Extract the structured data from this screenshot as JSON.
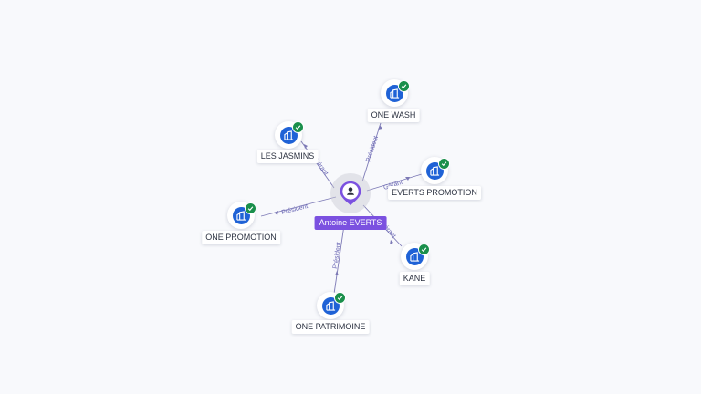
{
  "center": {
    "name": "Antoine EVERTS",
    "icon": "person-icon",
    "color": "#7b51e0"
  },
  "nodes": [
    {
      "id": "one-wash",
      "label": "ONE WASH",
      "icon": "company-icon",
      "verified": true,
      "relation": "Président"
    },
    {
      "id": "les-jasmins",
      "label": "LES JASMINS",
      "icon": "company-icon",
      "verified": true,
      "relation": "Gérant"
    },
    {
      "id": "everts-promotion",
      "label": "EVERTS PROMOTION",
      "icon": "company-icon",
      "verified": true,
      "relation": "Gérant"
    },
    {
      "id": "one-promotion",
      "label": "ONE PROMOTION",
      "icon": "company-icon",
      "verified": true,
      "relation": "Président"
    },
    {
      "id": "kane",
      "label": "KANE",
      "icon": "company-icon",
      "verified": true,
      "relation": "Gérant"
    },
    {
      "id": "one-patrimoine",
      "label": "ONE PATRIMOINE",
      "icon": "company-icon",
      "verified": true,
      "relation": "Président"
    }
  ],
  "colors": {
    "company": "#1f62d6",
    "verified": "#1a8f4b",
    "edge": "#7d7ab6"
  }
}
